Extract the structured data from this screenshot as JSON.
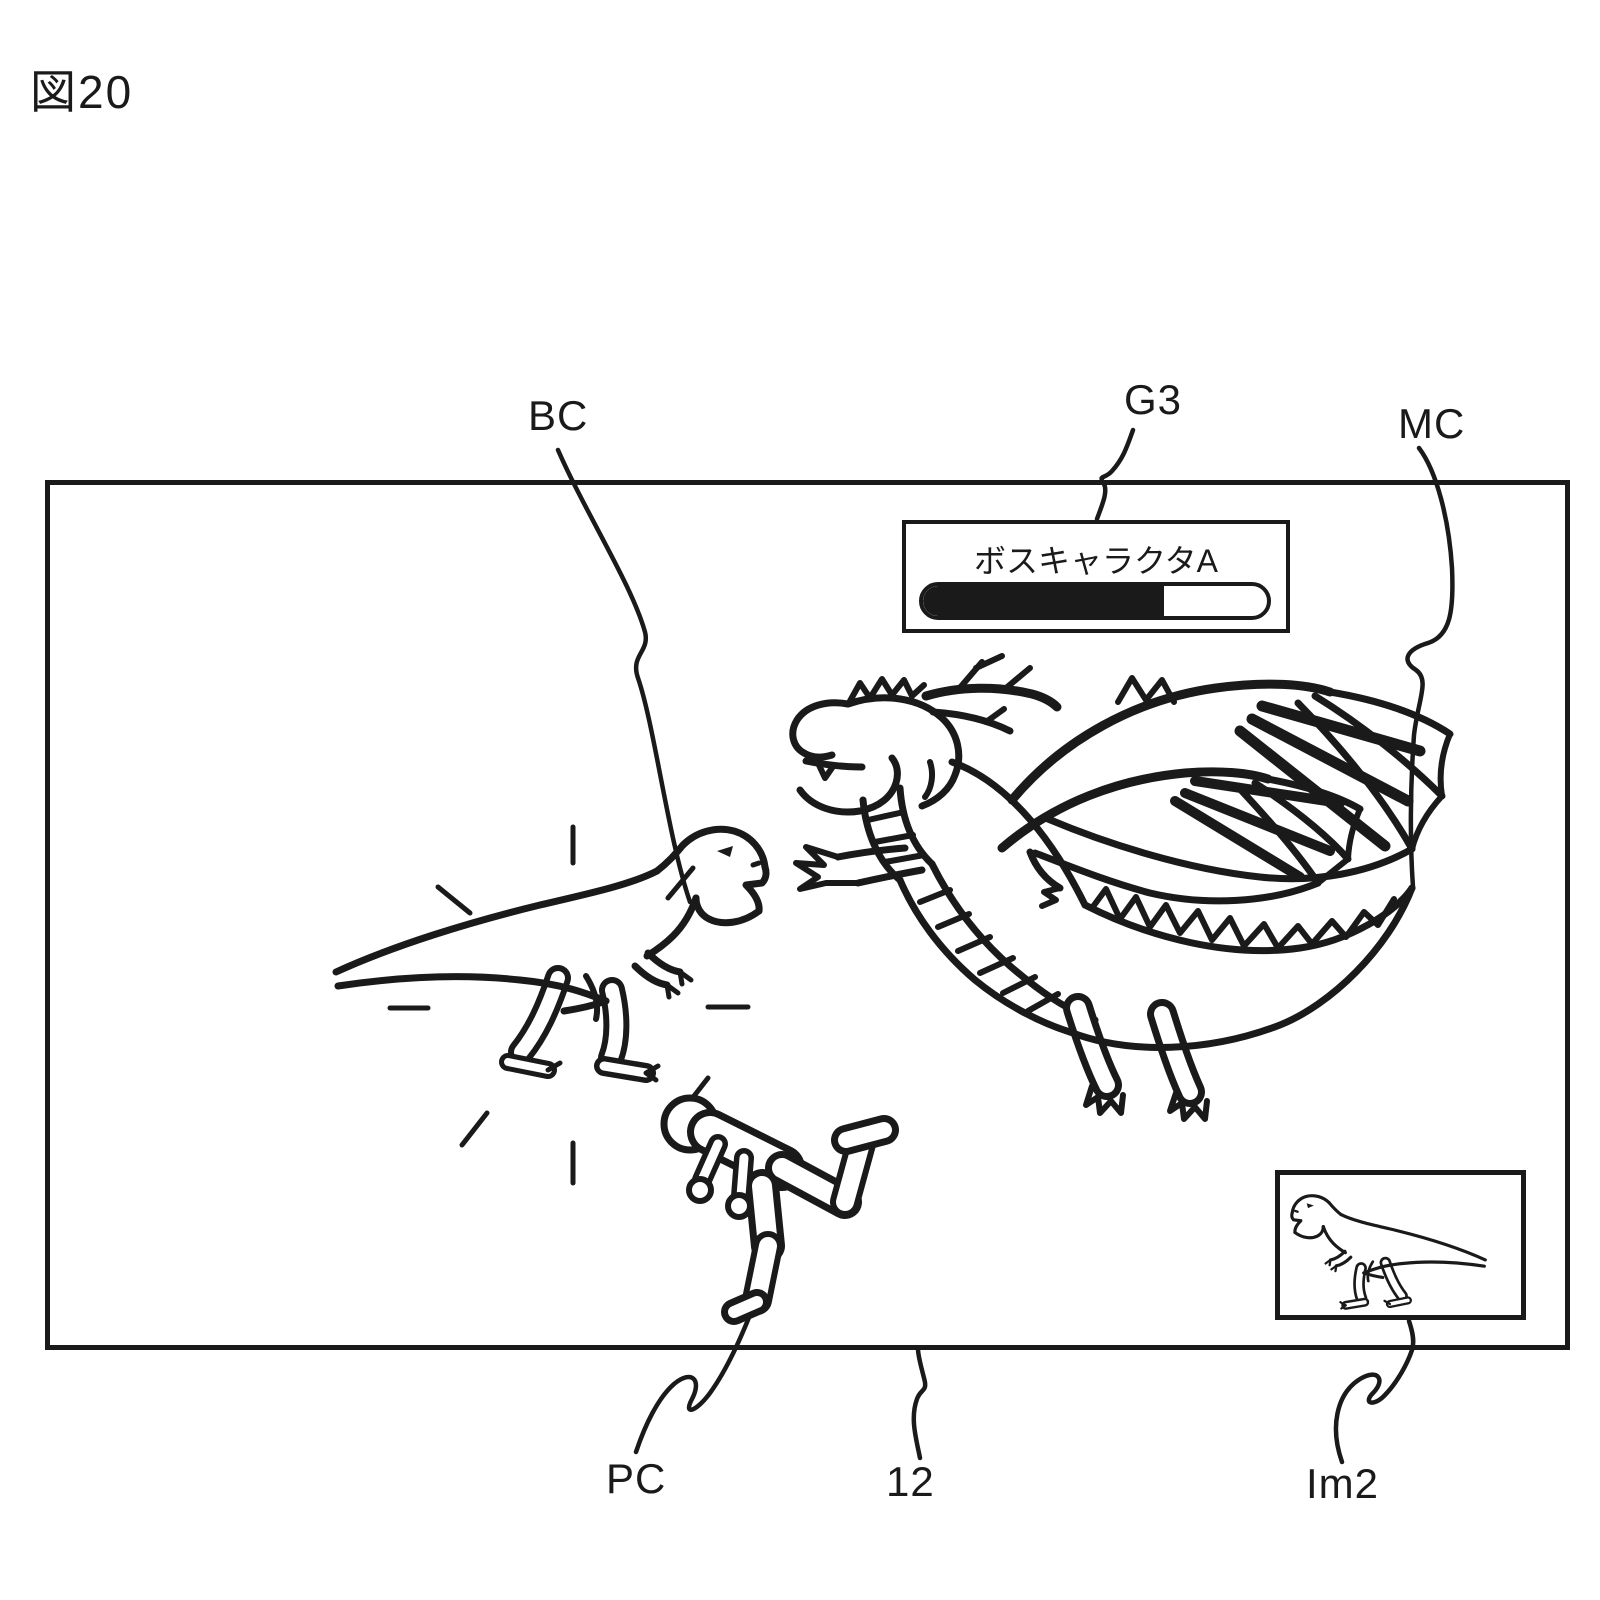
{
  "figure": {
    "title": "図20"
  },
  "colors": {
    "ink": "#1a1a1a",
    "paper": "#ffffff"
  },
  "boss_gauge": {
    "ref": "G3",
    "title": "ボスキャラクタA",
    "fill_percent": 70
  },
  "annotations": {
    "bc": "BC",
    "g3": "G3",
    "mc": "MC",
    "pc": "PC",
    "screen": "12",
    "im2": "Im2"
  },
  "icons": {
    "monster": "dragon-line-art",
    "boss": "tyrannosaurus-line-art",
    "player": "stick-figure-kick",
    "inset_image": "tyrannosaurus-mini-line-art"
  }
}
